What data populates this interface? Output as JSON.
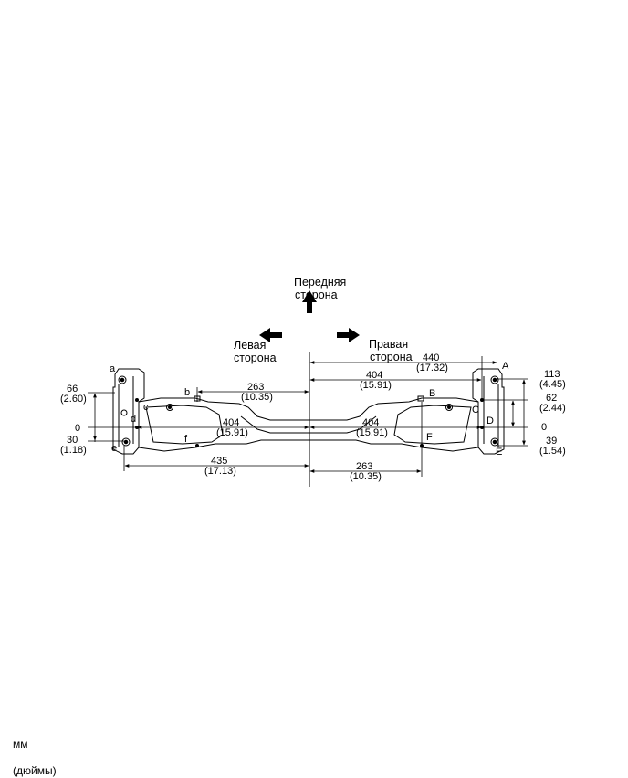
{
  "directions": {
    "front": [
      "Передняя",
      "сторона"
    ],
    "left": [
      "Левая",
      "сторона"
    ],
    "right": [
      "Правая",
      "сторона"
    ]
  },
  "points": {
    "a": "a",
    "b": "b",
    "c": "c",
    "d": "d",
    "e": "e",
    "f": "f",
    "A": "A",
    "B": "B",
    "C": "C",
    "D": "D",
    "E": "E",
    "F": "F"
  },
  "dimensions": {
    "left_a_to_e": {
      "mm": "66",
      "in": "(2.60)"
    },
    "left_zero": {
      "mm": "0"
    },
    "left_e_below": {
      "mm": "30",
      "in": "(1.18)"
    },
    "right_A_to_E": {
      "mm": "113",
      "in": "(4.45)"
    },
    "right_C_to_D": {
      "mm": "62",
      "in": "(2.44)"
    },
    "right_zero": {
      "mm": "0"
    },
    "right_E_below": {
      "mm": "39",
      "in": "(1.54)"
    },
    "b_to_center": {
      "mm": "263",
      "in": "(10.35)"
    },
    "d_to_center": {
      "mm": "404",
      "in": "(15.91)"
    },
    "center_to_D": {
      "mm": "404",
      "in": "(15.91)"
    },
    "center_to_C": {
      "mm": "404",
      "in": "(15.91)"
    },
    "center_to_A": {
      "mm": "440",
      "in": "(17.32)"
    },
    "e_to_center": {
      "mm": "435",
      "in": "(17.13)"
    },
    "center_to_F": {
      "mm": "263",
      "in": "(10.35)"
    }
  },
  "units": {
    "primary": "мм",
    "secondary": "(дюймы)"
  }
}
